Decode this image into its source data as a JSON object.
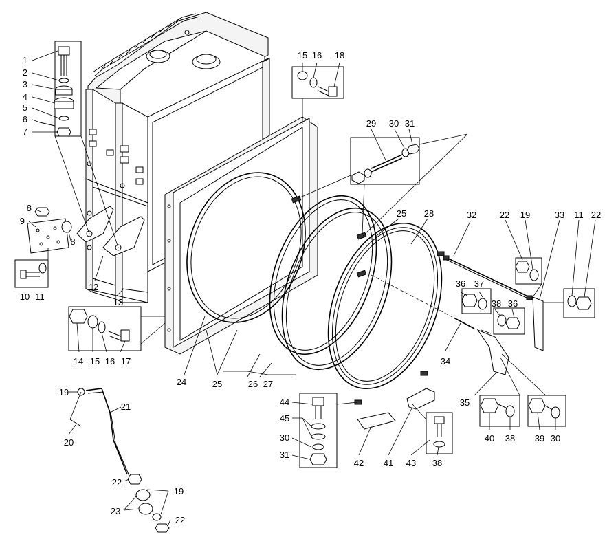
{
  "diagram": {
    "callouts": [
      {
        "id": "c1",
        "text": "1"
      },
      {
        "id": "c2",
        "text": "2"
      },
      {
        "id": "c3",
        "text": "3"
      },
      {
        "id": "c4",
        "text": "4"
      },
      {
        "id": "c5",
        "text": "5"
      },
      {
        "id": "c6",
        "text": "6"
      },
      {
        "id": "c7",
        "text": "7"
      },
      {
        "id": "c8a",
        "text": "8"
      },
      {
        "id": "c8b",
        "text": "8"
      },
      {
        "id": "c9",
        "text": "9"
      },
      {
        "id": "c10",
        "text": "10"
      },
      {
        "id": "c11a",
        "text": "11"
      },
      {
        "id": "c12",
        "text": "12"
      },
      {
        "id": "c13",
        "text": "13"
      },
      {
        "id": "c14",
        "text": "14"
      },
      {
        "id": "c15a",
        "text": "15"
      },
      {
        "id": "c16a",
        "text": "16"
      },
      {
        "id": "c17",
        "text": "17"
      },
      {
        "id": "c15b",
        "text": "15"
      },
      {
        "id": "c16b",
        "text": "16"
      },
      {
        "id": "c18",
        "text": "18"
      },
      {
        "id": "c19a",
        "text": "19"
      },
      {
        "id": "c20",
        "text": "20"
      },
      {
        "id": "c21",
        "text": "21"
      },
      {
        "id": "c22a",
        "text": "22"
      },
      {
        "id": "c19b",
        "text": "19"
      },
      {
        "id": "c23",
        "text": "23"
      },
      {
        "id": "c22b",
        "text": "22"
      },
      {
        "id": "c24",
        "text": "24"
      },
      {
        "id": "c25a",
        "text": "25"
      },
      {
        "id": "c26",
        "text": "26"
      },
      {
        "id": "c27",
        "text": "27"
      },
      {
        "id": "c25b",
        "text": "25"
      },
      {
        "id": "c28",
        "text": "28"
      },
      {
        "id": "c29",
        "text": "29"
      },
      {
        "id": "c30a",
        "text": "30"
      },
      {
        "id": "c31a",
        "text": "31"
      },
      {
        "id": "c32",
        "text": "32"
      },
      {
        "id": "c22c",
        "text": "22"
      },
      {
        "id": "c19c",
        "text": "19"
      },
      {
        "id": "c33",
        "text": "33"
      },
      {
        "id": "c11b",
        "text": "11"
      },
      {
        "id": "c22d",
        "text": "22"
      },
      {
        "id": "c36a",
        "text": "36"
      },
      {
        "id": "c37",
        "text": "37"
      },
      {
        "id": "c38a",
        "text": "38"
      },
      {
        "id": "c36b",
        "text": "36"
      },
      {
        "id": "c34",
        "text": "34"
      },
      {
        "id": "c35",
        "text": "35"
      },
      {
        "id": "c40",
        "text": "40"
      },
      {
        "id": "c38b",
        "text": "38"
      },
      {
        "id": "c39",
        "text": "39"
      },
      {
        "id": "c30b",
        "text": "30"
      },
      {
        "id": "c44",
        "text": "44"
      },
      {
        "id": "c45",
        "text": "45"
      },
      {
        "id": "c30c",
        "text": "30"
      },
      {
        "id": "c31b",
        "text": "31"
      },
      {
        "id": "c42",
        "text": "42"
      },
      {
        "id": "c41",
        "text": "41"
      },
      {
        "id": "c43",
        "text": "43"
      },
      {
        "id": "c38c",
        "text": "38"
      }
    ]
  }
}
